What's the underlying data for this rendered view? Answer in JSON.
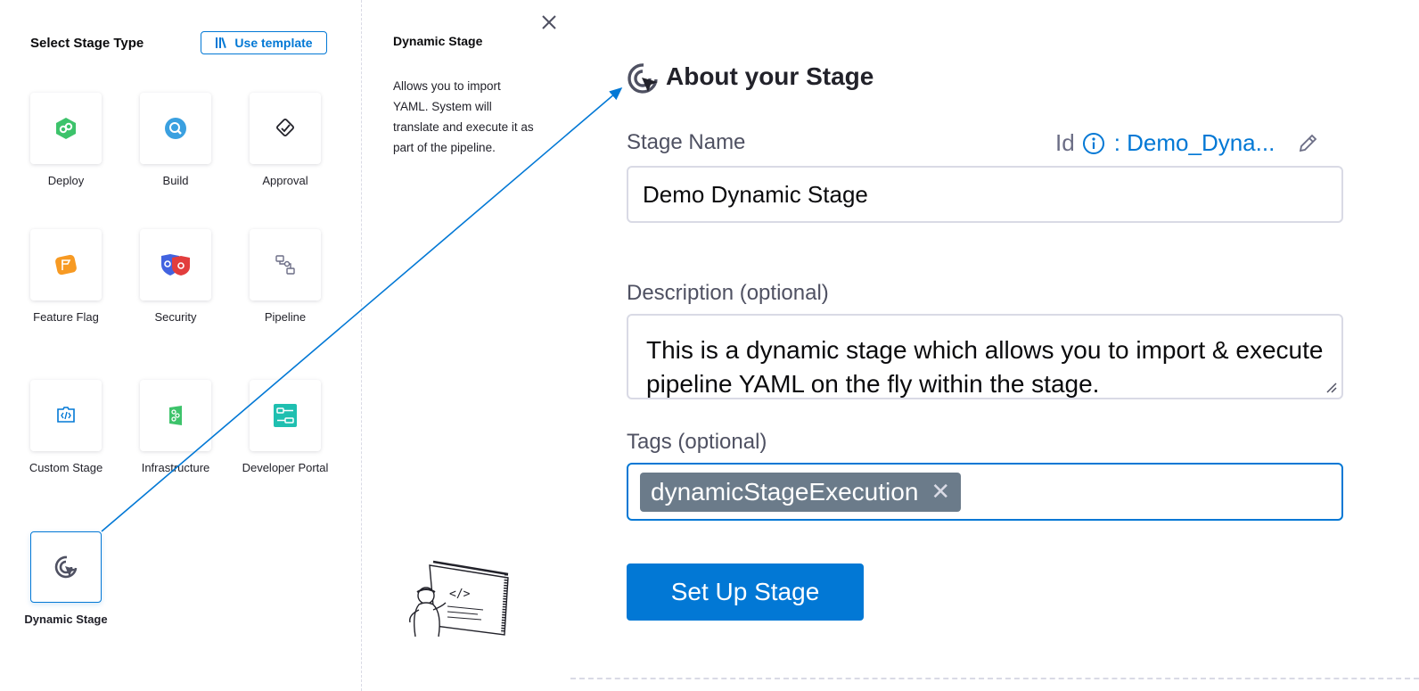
{
  "left_panel": {
    "title": "Select Stage Type",
    "use_template_label": "Use template",
    "stage_types": [
      {
        "label": "Deploy",
        "icon": "deploy-icon"
      },
      {
        "label": "Build",
        "icon": "build-icon"
      },
      {
        "label": "Approval",
        "icon": "approval-icon"
      },
      {
        "label": "Feature Flag",
        "icon": "feature-flag-icon"
      },
      {
        "label": "Security",
        "icon": "security-icon"
      },
      {
        "label": "Pipeline",
        "icon": "pipeline-icon"
      },
      {
        "label": "Custom Stage",
        "icon": "custom-stage-icon"
      },
      {
        "label": "Infrastructure",
        "icon": "infrastructure-icon"
      },
      {
        "label": "Developer Portal",
        "icon": "developer-portal-icon"
      },
      {
        "label": "Dynamic Stage",
        "icon": "dynamic-stage-icon",
        "selected": true
      }
    ]
  },
  "info_panel": {
    "title": "Dynamic Stage",
    "description": "Allows you to import YAML. System will translate and execute it as part of the pipeline."
  },
  "form": {
    "heading": "About your Stage",
    "stage_name_label": "Stage Name",
    "stage_name_value": "Demo Dynamic Stage",
    "id_label": "Id",
    "id_value": ": Demo_Dyna...",
    "description_label": "Description (optional)",
    "description_value": "This is a dynamic stage which allows you to import & execute pipeline YAML on the fly within the stage.",
    "tags_label": "Tags (optional)",
    "tags": [
      "dynamicStageExecution"
    ],
    "submit_label": "Set Up Stage"
  },
  "colors": {
    "accent": "#0278d5",
    "tag_bg": "#6b7b8a",
    "border": "#d9dae5"
  }
}
